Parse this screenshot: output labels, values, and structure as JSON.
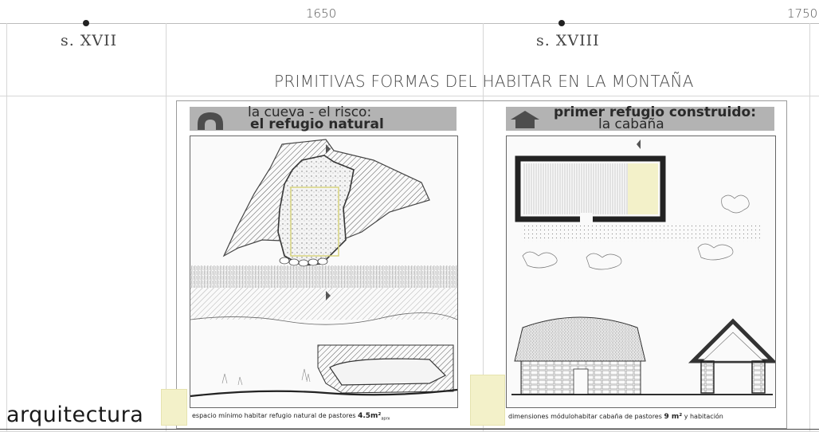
{
  "timeline": {
    "year_1650": "1650",
    "year_1750": "1750",
    "century_17": "s. XVII",
    "century_18": "s. XVIII"
  },
  "main_title": "PRIMITIVAS FORMAS DEL HABITAR EN LA MONTAÑA",
  "left_panel": {
    "heading_line1": "la cueva - el risco:",
    "heading_line2": "el refugio natural",
    "icon": "cave-arch-icon",
    "caption_text": "espacio mínimo  habitar refugio natural  de pastores ",
    "caption_value": "4.5m²",
    "caption_sub": "aprx"
  },
  "right_panel": {
    "heading_line1": "primer refugio construido:",
    "heading_line2": "la cabaña",
    "icon": "house-roof-icon",
    "caption_text": "dimensiones módulohabitar  cabaña  de pastores ",
    "caption_value": "9 m²",
    "caption_tail": "y habitación"
  },
  "brand": "arquitectura",
  "colors": {
    "header_bar": "#b3b3b3",
    "highlight_yellow": "#f3f1c9",
    "grid": "#d6d6d6"
  }
}
